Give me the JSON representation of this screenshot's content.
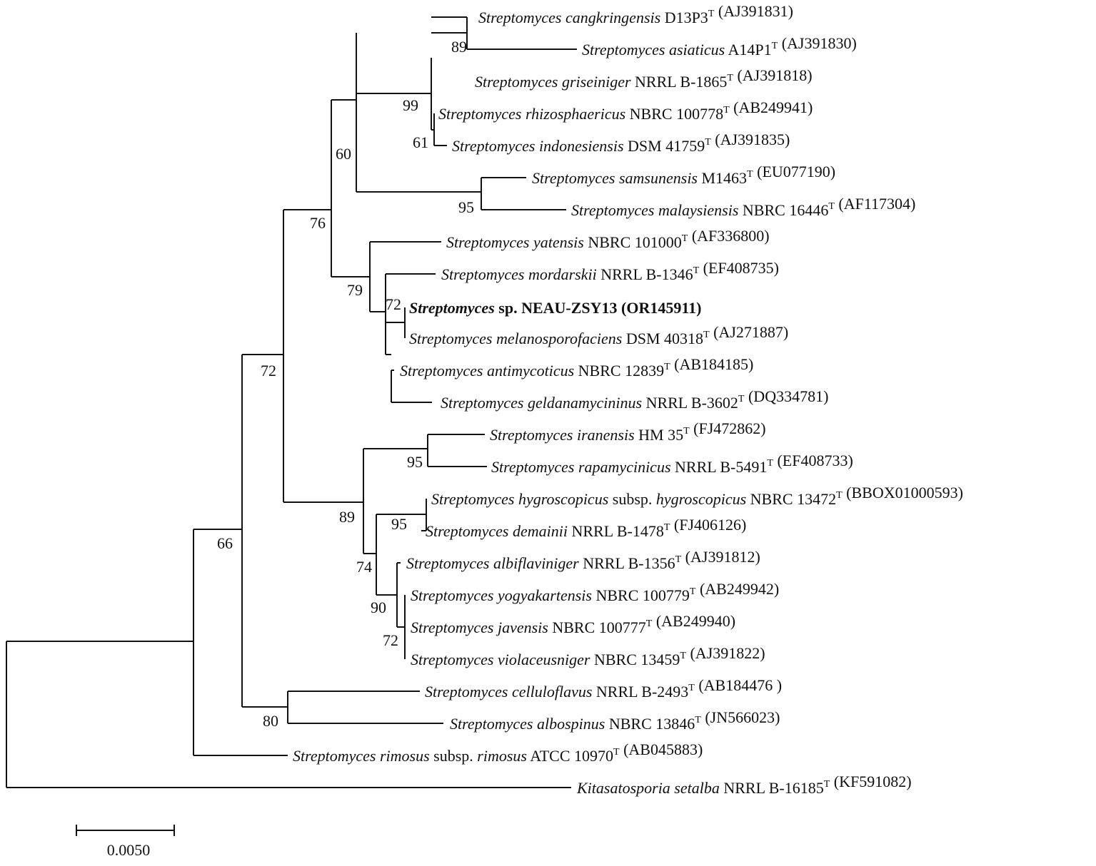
{
  "colors": {
    "line": "#111111",
    "text": "#111111",
    "background": "#ffffff"
  },
  "taxa": [
    {
      "id": "cangkringensis",
      "parts": [
        {
          "t": "Streptomyces cangkringensis",
          "it": true
        },
        {
          "t": " D13P3"
        },
        {
          "t": "T",
          "sup": true
        },
        {
          "t": " (AJ391831)"
        }
      ]
    },
    {
      "id": "asiaticus",
      "parts": [
        {
          "t": "Streptomyces asiaticus",
          "it": true
        },
        {
          "t": " A14P1"
        },
        {
          "t": "T",
          "sup": true
        },
        {
          "t": " (AJ391830)"
        }
      ]
    },
    {
      "id": "griseiniger",
      "parts": [
        {
          "t": "Streptomyces griseiniger",
          "it": true
        },
        {
          "t": " NRRL B-1865"
        },
        {
          "t": "T",
          "sup": true
        },
        {
          "t": " (AJ391818)"
        }
      ]
    },
    {
      "id": "rhizosphaericus",
      "parts": [
        {
          "t": "Streptomyces rhizosphaericus",
          "it": true
        },
        {
          "t": " NBRC 100778"
        },
        {
          "t": "T",
          "sup": true
        },
        {
          "t": " (AB249941)"
        }
      ]
    },
    {
      "id": "indonesiensis",
      "parts": [
        {
          "t": "Streptomyces indonesiensis",
          "it": true
        },
        {
          "t": " DSM 41759"
        },
        {
          "t": "T",
          "sup": true
        },
        {
          "t": " (AJ391835)"
        }
      ]
    },
    {
      "id": "samsunensis",
      "parts": [
        {
          "t": "Streptomyces samsunensis",
          "it": true
        },
        {
          "t": " M1463"
        },
        {
          "t": "T",
          "sup": true
        },
        {
          "t": " (EU077190)"
        }
      ]
    },
    {
      "id": "malaysiensis",
      "parts": [
        {
          "t": "Streptomyces malaysiensis",
          "it": true
        },
        {
          "t": " NBRC 16446"
        },
        {
          "t": "T",
          "sup": true
        },
        {
          "t": " (AF117304)"
        }
      ]
    },
    {
      "id": "yatensis",
      "parts": [
        {
          "t": "Streptomyces yatensis",
          "it": true
        },
        {
          "t": " NBRC 101000"
        },
        {
          "t": "T",
          "sup": true
        },
        {
          "t": " (AF336800)"
        }
      ]
    },
    {
      "id": "mordarskii",
      "parts": [
        {
          "t": "Streptomyces mordarskii",
          "it": true
        },
        {
          "t": " NRRL B-1346"
        },
        {
          "t": "T",
          "sup": true
        },
        {
          "t": " (EF408735)"
        }
      ]
    },
    {
      "id": "neau-zsy13",
      "parts": [
        {
          "t": "Streptomyces",
          "it": true,
          "b": true
        },
        {
          "t": " sp. NEAU-ZSY13 (OR145911)",
          "b": true
        }
      ]
    },
    {
      "id": "melanosporofaciens",
      "parts": [
        {
          "t": "Streptomyces melanosporofaciens",
          "it": true
        },
        {
          "t": " DSM 40318"
        },
        {
          "t": "T",
          "sup": true
        },
        {
          "t": " (AJ271887)"
        }
      ]
    },
    {
      "id": "antimycoticus",
      "parts": [
        {
          "t": "Streptomyces antimycoticus",
          "it": true
        },
        {
          "t": " NBRC 12839"
        },
        {
          "t": "T",
          "sup": true
        },
        {
          "t": " (AB184185)"
        }
      ]
    },
    {
      "id": "geldanamycininus",
      "parts": [
        {
          "t": "Streptomyces geldanamycininus",
          "it": true
        },
        {
          "t": " NRRL B-3602"
        },
        {
          "t": "T",
          "sup": true
        },
        {
          "t": " (DQ334781)"
        }
      ]
    },
    {
      "id": "iranensis",
      "parts": [
        {
          "t": "Streptomyces iranensis",
          "it": true
        },
        {
          "t": " HM 35"
        },
        {
          "t": "T",
          "sup": true
        },
        {
          "t": " (FJ472862)"
        }
      ]
    },
    {
      "id": "rapamycinicus",
      "parts": [
        {
          "t": "Streptomyces rapamycinicus",
          "it": true
        },
        {
          "t": " NRRL B-5491"
        },
        {
          "t": "T",
          "sup": true
        },
        {
          "t": " (EF408733)"
        }
      ]
    },
    {
      "id": "hygroscopicus",
      "parts": [
        {
          "t": "Streptomyces hygroscopicus",
          "it": true
        },
        {
          "t": " subsp. "
        },
        {
          "t": "hygroscopicus",
          "it": true
        },
        {
          "t": " NBRC 13472"
        },
        {
          "t": "T",
          "sup": true
        },
        {
          "t": " (BBOX01000593)"
        }
      ]
    },
    {
      "id": "demainii",
      "parts": [
        {
          "t": "Streptomyces demainii",
          "it": true
        },
        {
          "t": " NRRL B-1478"
        },
        {
          "t": "T",
          "sup": true
        },
        {
          "t": " (FJ406126)"
        }
      ]
    },
    {
      "id": "albiflaviniger",
      "parts": [
        {
          "t": "Streptomyces albiflaviniger",
          "it": true
        },
        {
          "t": " NRRL B-1356"
        },
        {
          "t": "T",
          "sup": true
        },
        {
          "t": " (AJ391812)"
        }
      ]
    },
    {
      "id": "yogyakartensis",
      "parts": [
        {
          "t": "Streptomyces yogyakartensis",
          "it": true
        },
        {
          "t": " NBRC 100779"
        },
        {
          "t": "T",
          "sup": true
        },
        {
          "t": " (AB249942)"
        }
      ]
    },
    {
      "id": "javensis",
      "parts": [
        {
          "t": "Streptomyces javensis",
          "it": true
        },
        {
          "t": " NBRC 100777"
        },
        {
          "t": "T",
          "sup": true
        },
        {
          "t": " (AB249940)"
        }
      ]
    },
    {
      "id": "violaceusniger",
      "parts": [
        {
          "t": "Streptomyces violaceusniger",
          "it": true
        },
        {
          "t": " NBRC 13459"
        },
        {
          "t": "T",
          "sup": true
        },
        {
          "t": " (AJ391822)"
        }
      ]
    },
    {
      "id": "celluloflavus",
      "parts": [
        {
          "t": "Streptomyces celluloflavus",
          "it": true
        },
        {
          "t": " NRRL B-2493"
        },
        {
          "t": "T",
          "sup": true
        },
        {
          "t": " (AB184476 )"
        }
      ]
    },
    {
      "id": "albospinus",
      "parts": [
        {
          "t": "Streptomyces albospinus",
          "it": true
        },
        {
          "t": " NBRC 13846"
        },
        {
          "t": "T",
          "sup": true
        },
        {
          "t": " (JN566023)"
        }
      ]
    },
    {
      "id": "rimosus",
      "parts": [
        {
          "t": "Streptomyces rimosus",
          "it": true
        },
        {
          "t": " subsp. "
        },
        {
          "t": "rimosus",
          "it": true
        },
        {
          "t": " ATCC 10970"
        },
        {
          "t": "T",
          "sup": true
        },
        {
          "t": " (AB045883)"
        }
      ]
    },
    {
      "id": "setalba",
      "parts": [
        {
          "t": "Kitasatosporia setalba",
          "it": true
        },
        {
          "t": " NRRL B-16185"
        },
        {
          "t": "T",
          "sup": true
        },
        {
          "t": " (KF591082)"
        }
      ]
    }
  ],
  "bootstrap_values": [
    "89",
    "99",
    "61",
    "60",
    "95",
    "76",
    "79",
    "72",
    "72",
    "95",
    "89",
    "95",
    "74",
    "90",
    "72",
    "66",
    "80"
  ],
  "scale_bar": {
    "label": "0.0050"
  }
}
